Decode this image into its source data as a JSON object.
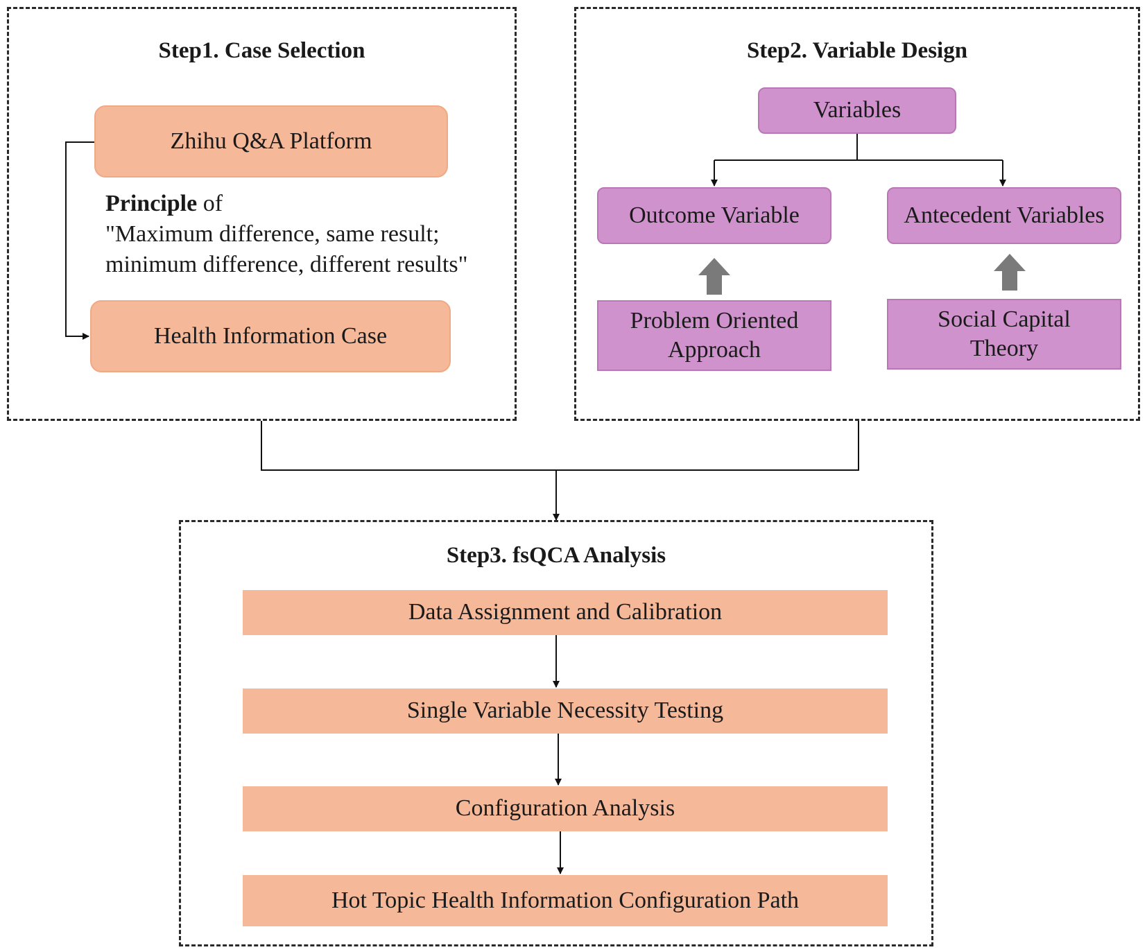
{
  "step1": {
    "title": "Step1. Case Selection",
    "platform": "Zhihu Q&A Platform",
    "principle_bold": "Principle",
    "principle_rest": " of",
    "principle_line1": "\"Maximum difference, same result;",
    "principle_line2": "minimum difference, different results\"",
    "case": "Health Information Case"
  },
  "step2": {
    "title": "Step2. Variable Design",
    "variables": "Variables",
    "outcome": "Outcome Variable",
    "antecedent": "Antecedent Variables",
    "problem_line1": "Problem Oriented",
    "problem_line2": "Approach",
    "social_line1": "Social Capital",
    "social_line2": "Theory"
  },
  "step3": {
    "title": "Step3. fsQCA Analysis",
    "steps": [
      "Data Assignment and Calibration",
      "Single Variable Necessity Testing",
      "Configuration Analysis",
      "Hot Topic Health Information Configuration Path"
    ]
  },
  "colors": {
    "peach": "#f5b898",
    "pink": "#d092cc",
    "arrow_gray": "#7a7a7a"
  }
}
